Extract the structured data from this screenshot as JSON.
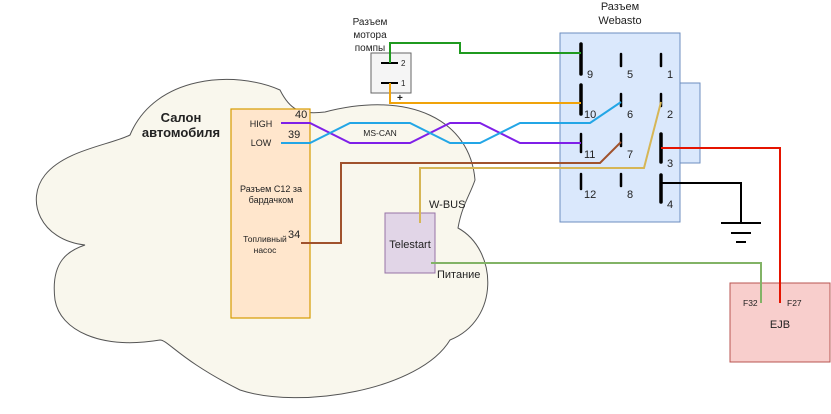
{
  "colors": {
    "can_high": "#7f1fe8",
    "can_low": "#23a6e6",
    "fuel_pump": "#a0522d",
    "wbus": "#d6b656",
    "pump_plus": "#f0a30a",
    "pump_minus": "#1f9a1f",
    "power": "#82b366",
    "plus_12v": "#e51400",
    "ground": "#000000"
  },
  "cabin": {
    "title_line1": "Салон",
    "title_line2": "автомобиля"
  },
  "c12": {
    "label_line1": "Разъем C12 за",
    "label_line2": "бардачком",
    "pins": [
      {
        "name": "HIGH",
        "number": "40"
      },
      {
        "name": "LOW",
        "number": "39"
      }
    ],
    "fuel_label_line1": "Топливный",
    "fuel_label_line2": "насос",
    "fuel_pin": "34"
  },
  "bus_label": "MS-CAN",
  "pump": {
    "title_line1": "Разъем",
    "title_line2": "мотора",
    "title_line3": "помпы",
    "pin2": "2",
    "pin1": "1",
    "plus_sign": "+"
  },
  "webasto": {
    "title_line1": "Разъем",
    "title_line2": "Webasto",
    "pins": [
      "1",
      "2",
      "3",
      "4",
      "5",
      "6",
      "7",
      "8",
      "9",
      "10",
      "11",
      "12"
    ]
  },
  "telestart": {
    "label": "Telestart",
    "wbus_label": "W-BUS",
    "power_label": "Питание"
  },
  "ejb": {
    "label": "EJB",
    "fuse_a": "F32",
    "fuse_b": "F27"
  }
}
